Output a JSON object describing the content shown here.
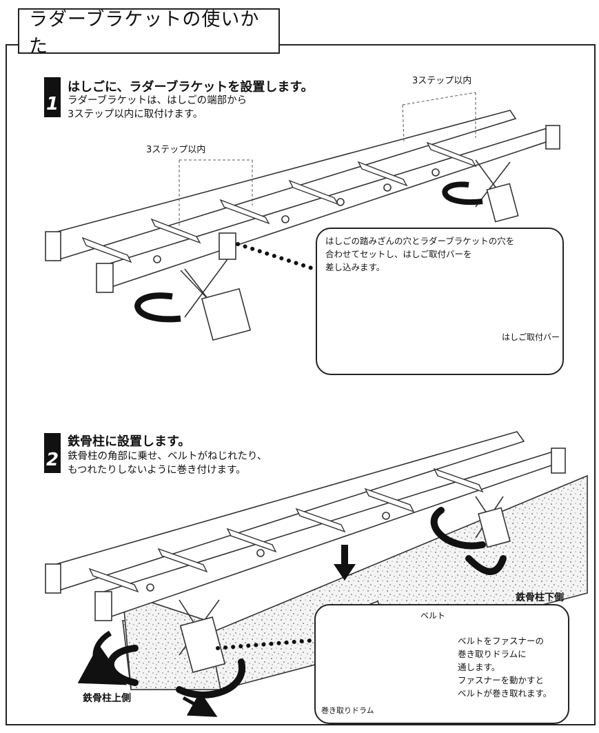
{
  "title": "ラダーブラケットの使いかた",
  "step1": {
    "number": "1",
    "heading": "はしごに、ラダーブラケットを設置します。",
    "desc_line1": "ラダーブラケットは、はしごの端部から",
    "desc_line2": "3ステップ以内に取付けます。",
    "label_left": "3ステップ以内",
    "label_right": "3ステップ以内",
    "callout_line1": "はしごの踏みざんの穴とラダーブラケットの穴を",
    "callout_line2": "合わせてセットし、はしご取付バーを",
    "callout_line3": "差し込みます。",
    "callout_bar_label": "はしご取付バー"
  },
  "step2": {
    "number": "2",
    "heading": "鉄骨柱に設置します。",
    "desc_line1": "鉄骨柱の角部に乗せ、ベルトがねじれたり、",
    "desc_line2": "もつれたりしないように巻き付けます。",
    "label_lower_side": "鉄骨柱下側",
    "label_upper_side": "鉄骨柱上側",
    "callout_belt": "ベルト",
    "callout_drum": "巻き取りドラム",
    "callout_line1": "ベルトをファスナーの",
    "callout_line2": "巻き取りドラムに",
    "callout_line3": "通します。",
    "callout_line4": "ファスナーを動かすと",
    "callout_line5": "ベルトが巻き取れます。"
  }
}
